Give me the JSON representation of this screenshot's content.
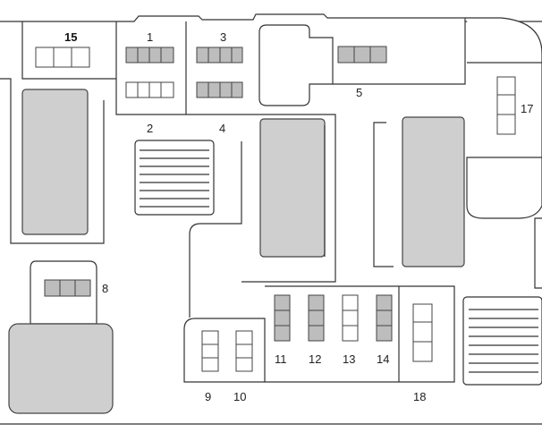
{
  "labels": {
    "l1": "1",
    "l2": "2",
    "l3": "3",
    "l4": "4",
    "l5": "5",
    "l8": "8",
    "l9": "9",
    "l10": "10",
    "l11": "11",
    "l12": "12",
    "l13": "13",
    "l14": "14",
    "l15": "15",
    "l17": "17",
    "l18": "18"
  }
}
